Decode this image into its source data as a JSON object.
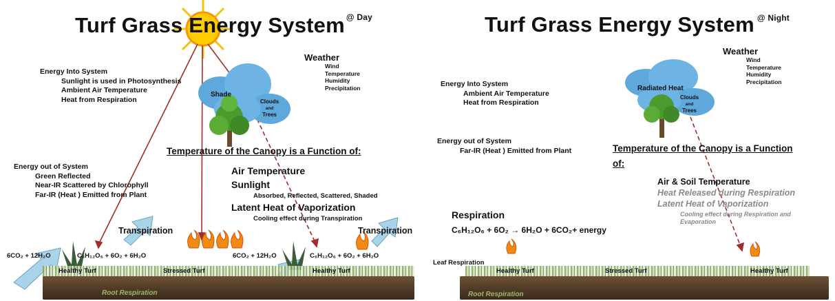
{
  "day": {
    "title": "Turf Grass Energy System",
    "title_sup": "@ Day",
    "weather": {
      "heading": "Weather",
      "items": [
        "Wind",
        "Temperature",
        "Humidity",
        "Precipitation"
      ]
    },
    "energy_in": {
      "heading": "Energy Into System",
      "items": [
        "Sunlight is used in Photosynthesis",
        "Ambient Air Temperature",
        "Heat from Respiration"
      ]
    },
    "energy_out": {
      "heading": "Energy out of System",
      "items": [
        "Green Reflected",
        "Near-IR  Scattered by Chlorophyll",
        "Far-IR (Heat ) Emitted from Plant"
      ]
    },
    "cloud": {
      "shade": "Shade",
      "clouds": "Clouds",
      "and": "and",
      "trees": "Trees"
    },
    "canopy_heading": "Temperature of the Canopy is a Function of:",
    "factors": {
      "air_temp": "Air Temperature",
      "sunlight": "Sunlight",
      "sunlight_detail": "Absorbed,  Reflected,  Scattered,  Shaded",
      "latent": "Latent Heat of Vaporization",
      "latent_detail": "Cooling effect during Transpiration"
    },
    "transpiration_1": "Transpiration",
    "transpiration_2": "Transpiration",
    "equation_1": "6CO₂ + 12H₂O",
    "equation_1_products": "C₆H₁₂O₆ + 6O₂ + 6H₂O",
    "equation_2": "6CO₂ + 12H₂O",
    "equation_2_products": "C₆H₁₂O₆ + 6O₂ + 6H₂O",
    "healthy_turf_1": "Healthy Turf",
    "stressed_turf": "Stressed Turf",
    "healthy_turf_2": "Healthy Turf",
    "root_respiration": "Root Respiration"
  },
  "night": {
    "title": "Turf Grass Energy System",
    "title_sup": "@ Night",
    "weather": {
      "heading": "Weather",
      "items": [
        "Wind",
        "Temperature",
        "Humidity",
        "Precipitation"
      ]
    },
    "energy_in": {
      "heading": "Energy Into System",
      "items": [
        "Ambient Air Temperature",
        "Heat from Respiration"
      ]
    },
    "energy_out": {
      "heading": "Energy out of System",
      "items": [
        "Far-IR (Heat ) Emitted from Plant"
      ]
    },
    "cloud": {
      "radiated": "Radiated  Heat",
      "clouds": "Clouds",
      "and": "and",
      "trees": "Trees"
    },
    "canopy_heading_1": "Temperature of the Canopy is a Function",
    "canopy_heading_2": "of:",
    "factors": {
      "air_soil": "Air & Soil Temperature",
      "heat_released": "Heat Released  during Respiration",
      "latent": "Latent Heat of Vaporization",
      "cooling_1": "Cooling effect during Respiration and",
      "cooling_2": "Evaporation"
    },
    "respiration": "Respiration",
    "respiration_eq": "C₆H₁₂O₆ + 6O₂ → 6H₂O + 6CO₂+ energy",
    "leaf_respiration": "Leaf Respiration",
    "healthy_turf_1": "Healthy Turf",
    "stressed_turf": "Stressed Turf",
    "healthy_turf_2": "Healthy Turf",
    "root_respiration": "Root Respiration"
  }
}
